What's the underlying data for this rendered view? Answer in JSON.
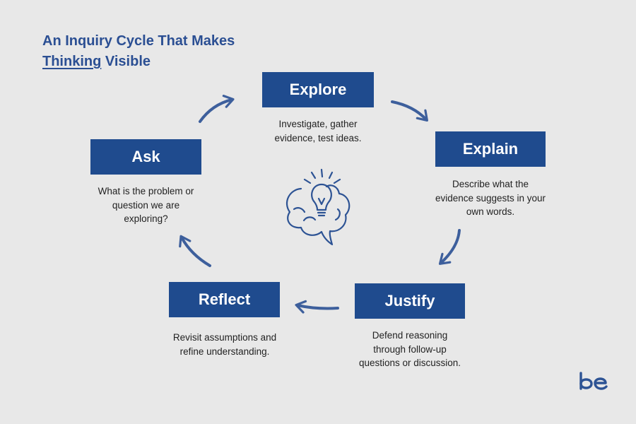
{
  "title": {
    "line1": "An Inquiry Cycle That Makes",
    "underlined": "Thinking",
    "rest": " Visible"
  },
  "stages": {
    "explore": {
      "label": "Explore",
      "description": "Investigate, gather evidence, test ideas."
    },
    "explain": {
      "label": "Explain",
      "description": "Describe what the evidence suggests in your own words."
    },
    "justify": {
      "label": "Justify",
      "description": "Defend reasoning through follow-up questions or discussion."
    },
    "reflect": {
      "label": "Reflect",
      "description": "Revisit assumptions and refine understanding."
    },
    "ask": {
      "label": "Ask",
      "description": "What is the problem or question we are exploring?"
    }
  },
  "icons": {
    "center": "lightbulb-brain-icon",
    "logo": "be-logo"
  },
  "colors": {
    "background": "#e8e8e8",
    "primary": "#1f4b8e",
    "title": "#2b4f93",
    "arrow": "#3d5f9c",
    "icon": "#2d5394"
  }
}
